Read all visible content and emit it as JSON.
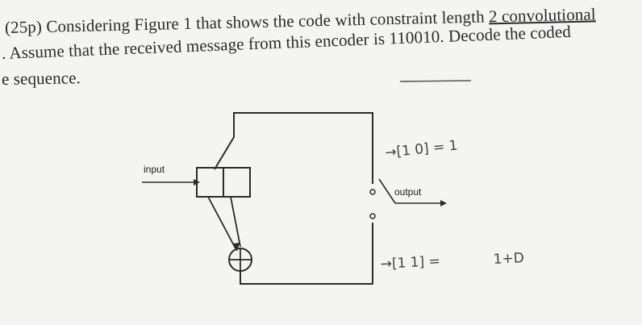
{
  "problem": {
    "line1_prefix": "(25p) Considering Figure 1 that shows the code with constraint length ",
    "line1_underlined": "2 convolutional",
    "line2": ". Assume that the received message from this encoder is 110010. Decode the coded",
    "line3": "e sequence."
  },
  "figure": {
    "input_label": "input",
    "output_label": "output",
    "upper_annotation": "→[1 0] = 1",
    "lower_annotation": "→[1 1] =",
    "lower_result": "1+D"
  }
}
